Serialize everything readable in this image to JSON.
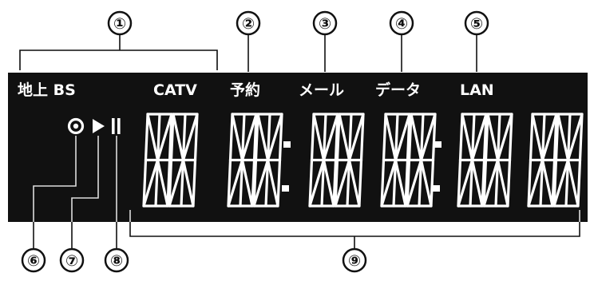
{
  "indicators": {
    "terrestrial_bs": "地上 BS",
    "catv": "CATV",
    "reservation": "予約",
    "mail": "メール",
    "data": "データ",
    "lan": "LAN"
  },
  "icons": [
    "record-icon",
    "play-icon",
    "pause-icon"
  ],
  "callouts": [
    "①",
    "②",
    "③",
    "④",
    "⑤",
    "⑥",
    "⑦",
    "⑧",
    "⑨"
  ],
  "colors": {
    "panel": "#111111",
    "lcd_text": "#ffffff",
    "leader": "#111111"
  }
}
